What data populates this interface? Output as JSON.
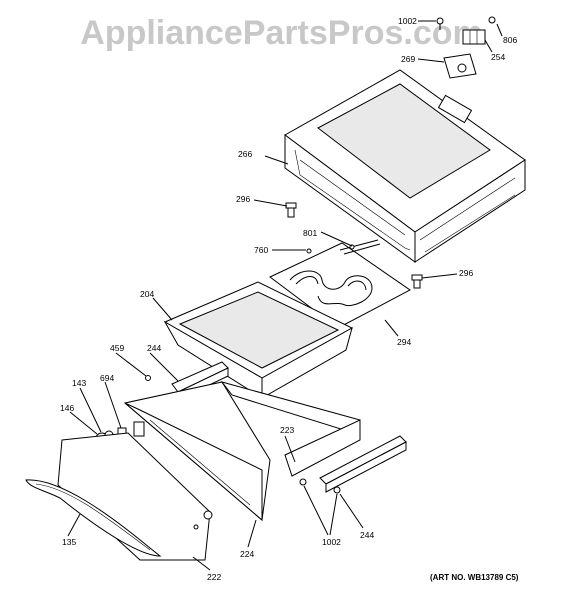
{
  "watermark": "AppliancePartsPros.com",
  "art_number": "(ART NO. WB13789 C5)",
  "callouts": {
    "c1002_top": "1002",
    "c806": "806",
    "c254": "254",
    "c269": "269",
    "c266": "266",
    "c296_left": "296",
    "c801": "801",
    "c760": "760",
    "c296_right": "296",
    "c204": "204",
    "c294": "294",
    "c459": "459",
    "c244_left": "244",
    "c143": "143",
    "c694": "694",
    "c146": "146",
    "c223": "223",
    "c135": "135",
    "c224": "224",
    "c1002_bottom": "1002",
    "c244_right": "244",
    "c222": "222"
  }
}
